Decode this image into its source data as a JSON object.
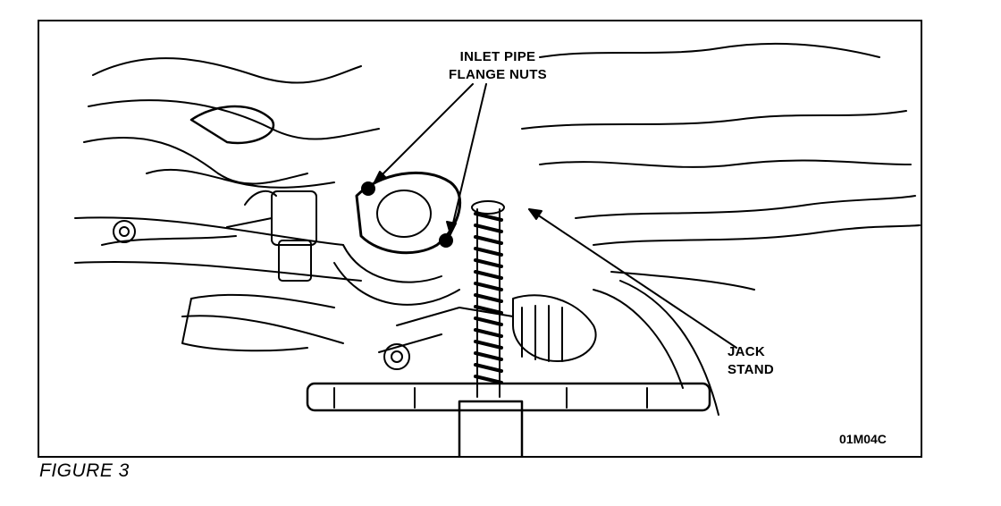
{
  "callouts": {
    "inlet_pipe_line1": "INLET PIPE",
    "inlet_pipe_line2": "FLANGE NUTS",
    "jack_stand_line1": "JACK",
    "jack_stand_line2": "STAND"
  },
  "figure_code": "01M04C",
  "caption": "FIGURE 3",
  "colors": {
    "ink": "#000000",
    "paper": "#ffffff"
  }
}
